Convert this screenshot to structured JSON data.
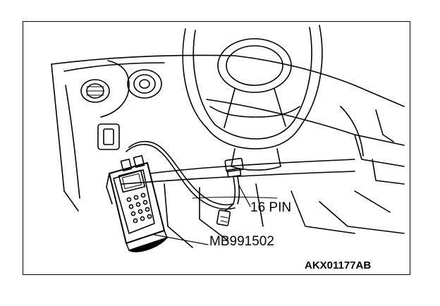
{
  "labels": {
    "connector": "16 PIN",
    "tester": "MB991502",
    "figure_code": "AKX01177AB"
  },
  "colors": {
    "ink": "#000000",
    "paper": "#ffffff"
  }
}
